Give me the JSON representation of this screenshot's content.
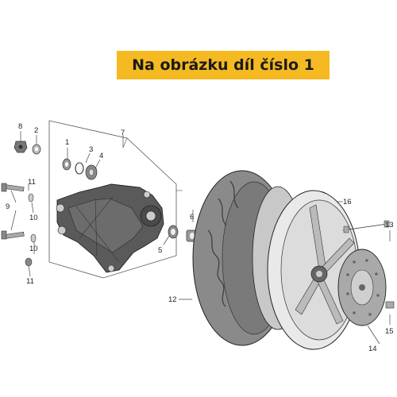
{
  "banner": {
    "text": "Na obrázku díl číslo 1",
    "color": "#f5b921"
  },
  "diagram": {
    "callouts": [
      {
        "id": "c8",
        "text": "8"
      },
      {
        "id": "c2",
        "text": "2"
      },
      {
        "id": "c7",
        "text": "7"
      },
      {
        "id": "c1",
        "text": "1"
      },
      {
        "id": "c3",
        "text": "3"
      },
      {
        "id": "c4",
        "text": "4"
      },
      {
        "id": "c11a",
        "text": "11"
      },
      {
        "id": "c10a",
        "text": "10"
      },
      {
        "id": "c9",
        "text": "9"
      },
      {
        "id": "c10b",
        "text": "10"
      },
      {
        "id": "c11b",
        "text": "11"
      },
      {
        "id": "c6",
        "text": "6"
      },
      {
        "id": "c5",
        "text": "5"
      },
      {
        "id": "c16",
        "text": "16"
      },
      {
        "id": "c13",
        "text": "13"
      },
      {
        "id": "c12",
        "text": "12"
      },
      {
        "id": "c14",
        "text": "14"
      },
      {
        "id": "c15",
        "text": "15"
      }
    ]
  }
}
